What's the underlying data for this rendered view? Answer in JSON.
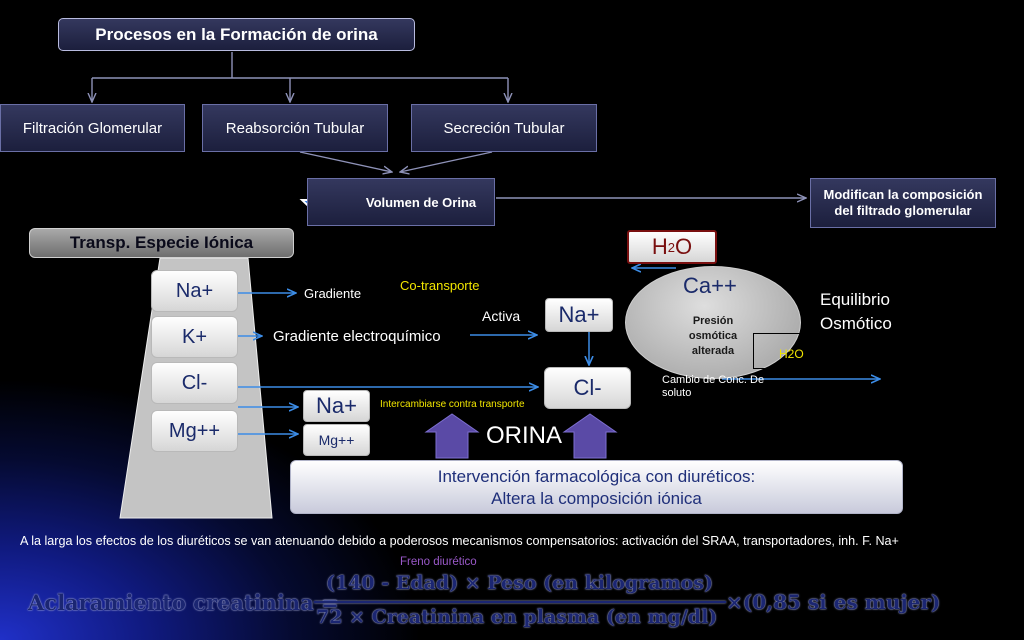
{
  "title": "Procesos en la Formación de orina",
  "processes": {
    "filtracion": "Filtración Glomerular",
    "reabsorcion": "Reabsorción Tubular",
    "secrecion": "Secreción Tubular"
  },
  "volumen": "Volumen de Orina",
  "modifican": "Modifican la composición del filtrado glomerular",
  "transp_header": "Transp. Especie Iónica",
  "ions": {
    "na": "Na+",
    "k": "K+",
    "cl": "Cl-",
    "mg": "Mg++"
  },
  "labels": {
    "gradiente": "Gradiente",
    "gradiente_electro": "Gradiente electroquímico",
    "cotransporte": "Co-transporte",
    "activa": "Activa",
    "intercambiarse": "Intercambiarse contra transporte",
    "orina": "ORINA",
    "equilibrio": "Equilibrio Osmótico",
    "presion": "Presión osmótica alterada",
    "cambio": "Cambio de Conc. De soluto",
    "h2o_small": "H2O",
    "freno": "Freno diurético"
  },
  "boxes": {
    "h2o_main": "H",
    "h2o_sub": "2",
    "h2o_end": "O",
    "ca": "Ca++",
    "na_mid": "Na+",
    "cl_mid": "Cl-",
    "na_low": "Na+",
    "mg_low": "Mg++"
  },
  "intervencion": {
    "line1": "Intervención farmacológica con diuréticos:",
    "line2": "Altera la composición iónica"
  },
  "nota": "A la larga los efectos de los diuréticos se van atenuando debido a poderosos mecanismos compensatorios: activación del SRAA, transportadores, inh. F. Na+",
  "formula": {
    "lhs": "Aclaramiento creatinina =",
    "numerator": "(140 - Edad) × Peso (en kilogramos)",
    "denominator": "72 × Creatinina en plasma (en mg/dl)",
    "factor": "×(0,85 si es mujer)"
  },
  "colors": {
    "box_blue": "#2b2e52",
    "arrow_blue": "#3c8ce6",
    "yellow": "#f2e600",
    "purple_text": "#9a59c9",
    "ion_text": "#1a2a6a"
  }
}
